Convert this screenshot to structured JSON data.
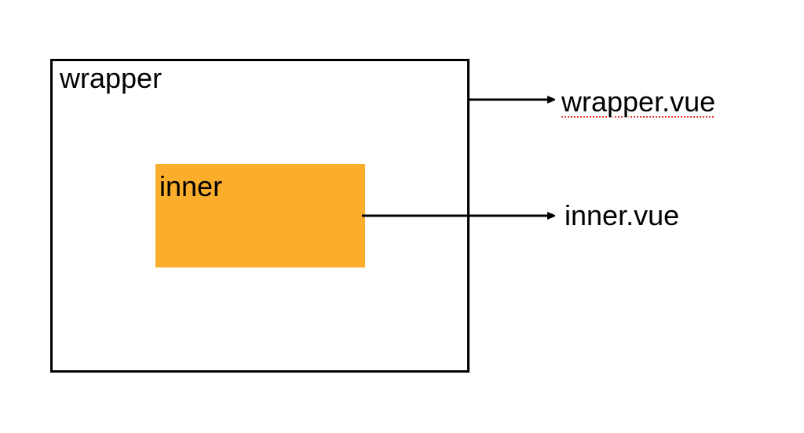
{
  "diagram": {
    "wrapper": {
      "label": "wrapper"
    },
    "inner": {
      "label": "inner",
      "color": "#FBAE2C"
    },
    "files": {
      "wrapper_file": "wrapper.vue",
      "inner_file": "inner.vue"
    },
    "spellcheck_underline_color": "#E53935"
  }
}
